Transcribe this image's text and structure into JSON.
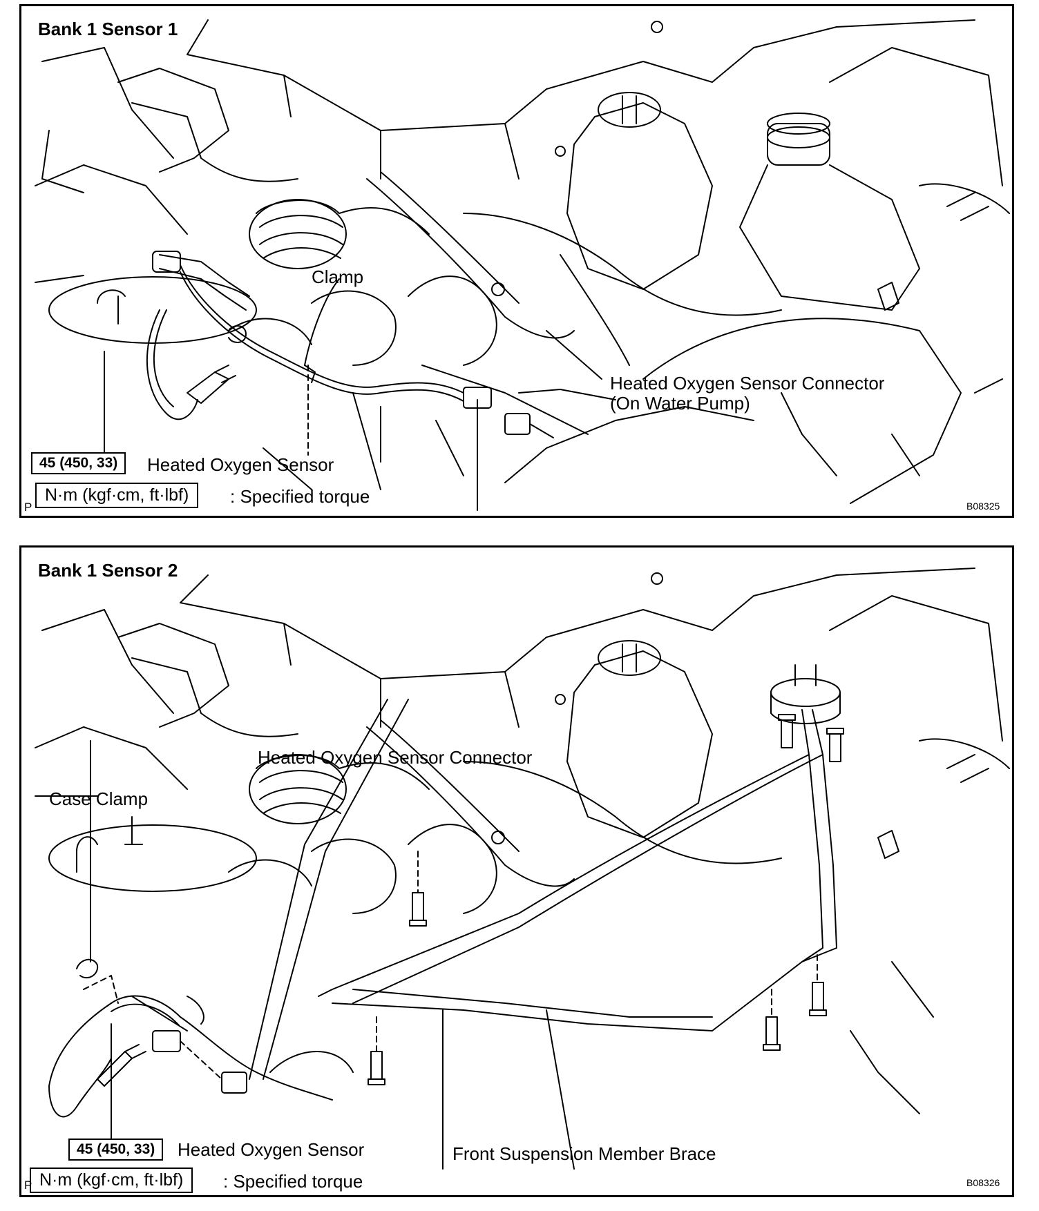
{
  "panel1": {
    "title": "Bank 1 Sensor 1",
    "labels": {
      "clamp": "Clamp",
      "connector_line1": "Heated Oxygen Sensor Connector",
      "connector_line2": "(On Water Pump)",
      "sensor": "Heated Oxygen Sensor",
      "torque_value": "45 (450, 33)",
      "torque_units": "N·m (kgf·cm, ft·lbf)",
      "specified_torque": ": Specified torque"
    },
    "code": "B08325",
    "corner_mark": "P"
  },
  "panel2": {
    "title": "Bank 1 Sensor 2",
    "labels": {
      "connector": "Heated Oxygen Sensor Connector",
      "case_clamp": "Case Clamp",
      "sensor": "Heated Oxygen Sensor",
      "brace": "Front Suspension  Member Brace",
      "torque_value": "45 (450, 33)",
      "torque_units": "N·m (kgf·cm, ft·lbf)",
      "specified_torque": ": Specified torque"
    },
    "code": "B08326",
    "corner_mark": "P"
  }
}
